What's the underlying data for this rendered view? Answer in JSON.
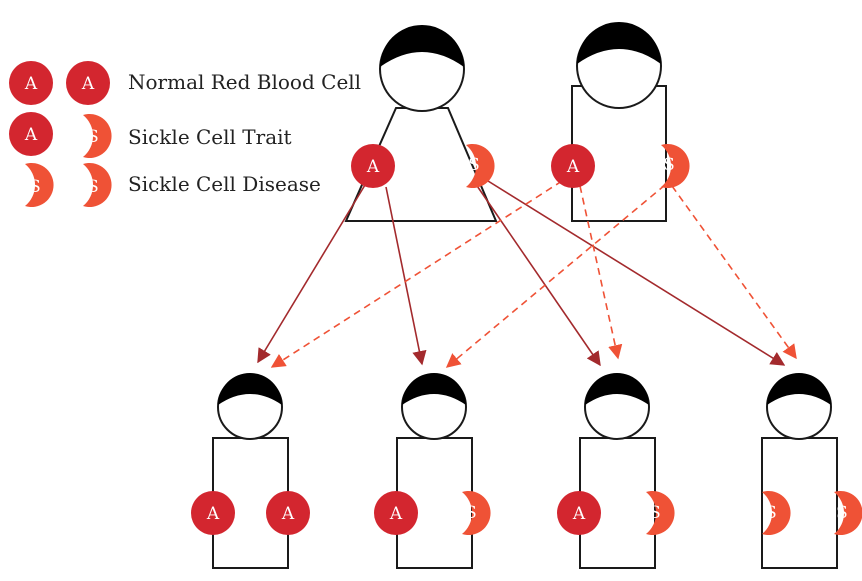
{
  "colors": {
    "normal_cell": "#d3262f",
    "sickle_cell": "#ef5236",
    "arrow_solid": "#a32a2d",
    "arrow_dashed": "#ef5236",
    "hair": "#000000",
    "outline": "#1a1a1a"
  },
  "cells": {
    "normal_letter": "A",
    "sickle_letter": "S"
  },
  "legend": {
    "normal": "Normal Red Blood Cell",
    "trait": "Sickle Cell Trait",
    "disease": "Sickle Cell Disease"
  },
  "parents": [
    {
      "figure": "dress",
      "genotype": [
        "A",
        "S"
      ]
    },
    {
      "figure": "rectangle",
      "genotype": [
        "A",
        "S"
      ]
    }
  ],
  "children": [
    {
      "genotype": [
        "A",
        "A"
      ]
    },
    {
      "genotype": [
        "A",
        "S"
      ]
    },
    {
      "genotype": [
        "A",
        "S"
      ]
    },
    {
      "genotype": [
        "S",
        "S"
      ]
    }
  ]
}
